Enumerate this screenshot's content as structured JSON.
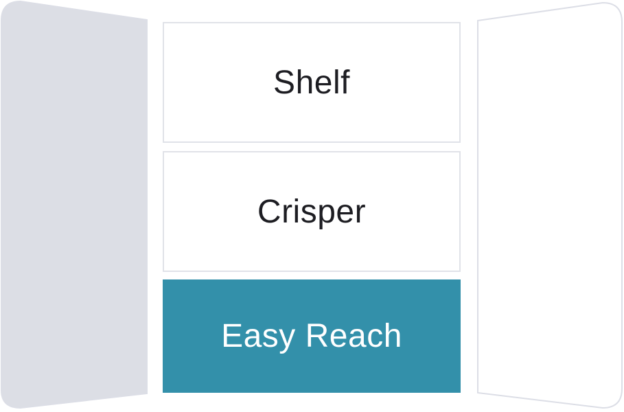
{
  "fridge": {
    "compartments": [
      {
        "label": "Shelf",
        "selected": false
      },
      {
        "label": "Crisper",
        "selected": false
      },
      {
        "label": "Easy Reach",
        "selected": true
      }
    ]
  },
  "colors": {
    "left_door_fill": "#dcdee5",
    "door_stroke": "#dcdee6",
    "right_door_fill": "#ffffff",
    "compartment_border": "#e0e2e8",
    "selected_fill": "#3390aa",
    "selected_text": "#ffffff",
    "default_text": "#1d1d22"
  }
}
